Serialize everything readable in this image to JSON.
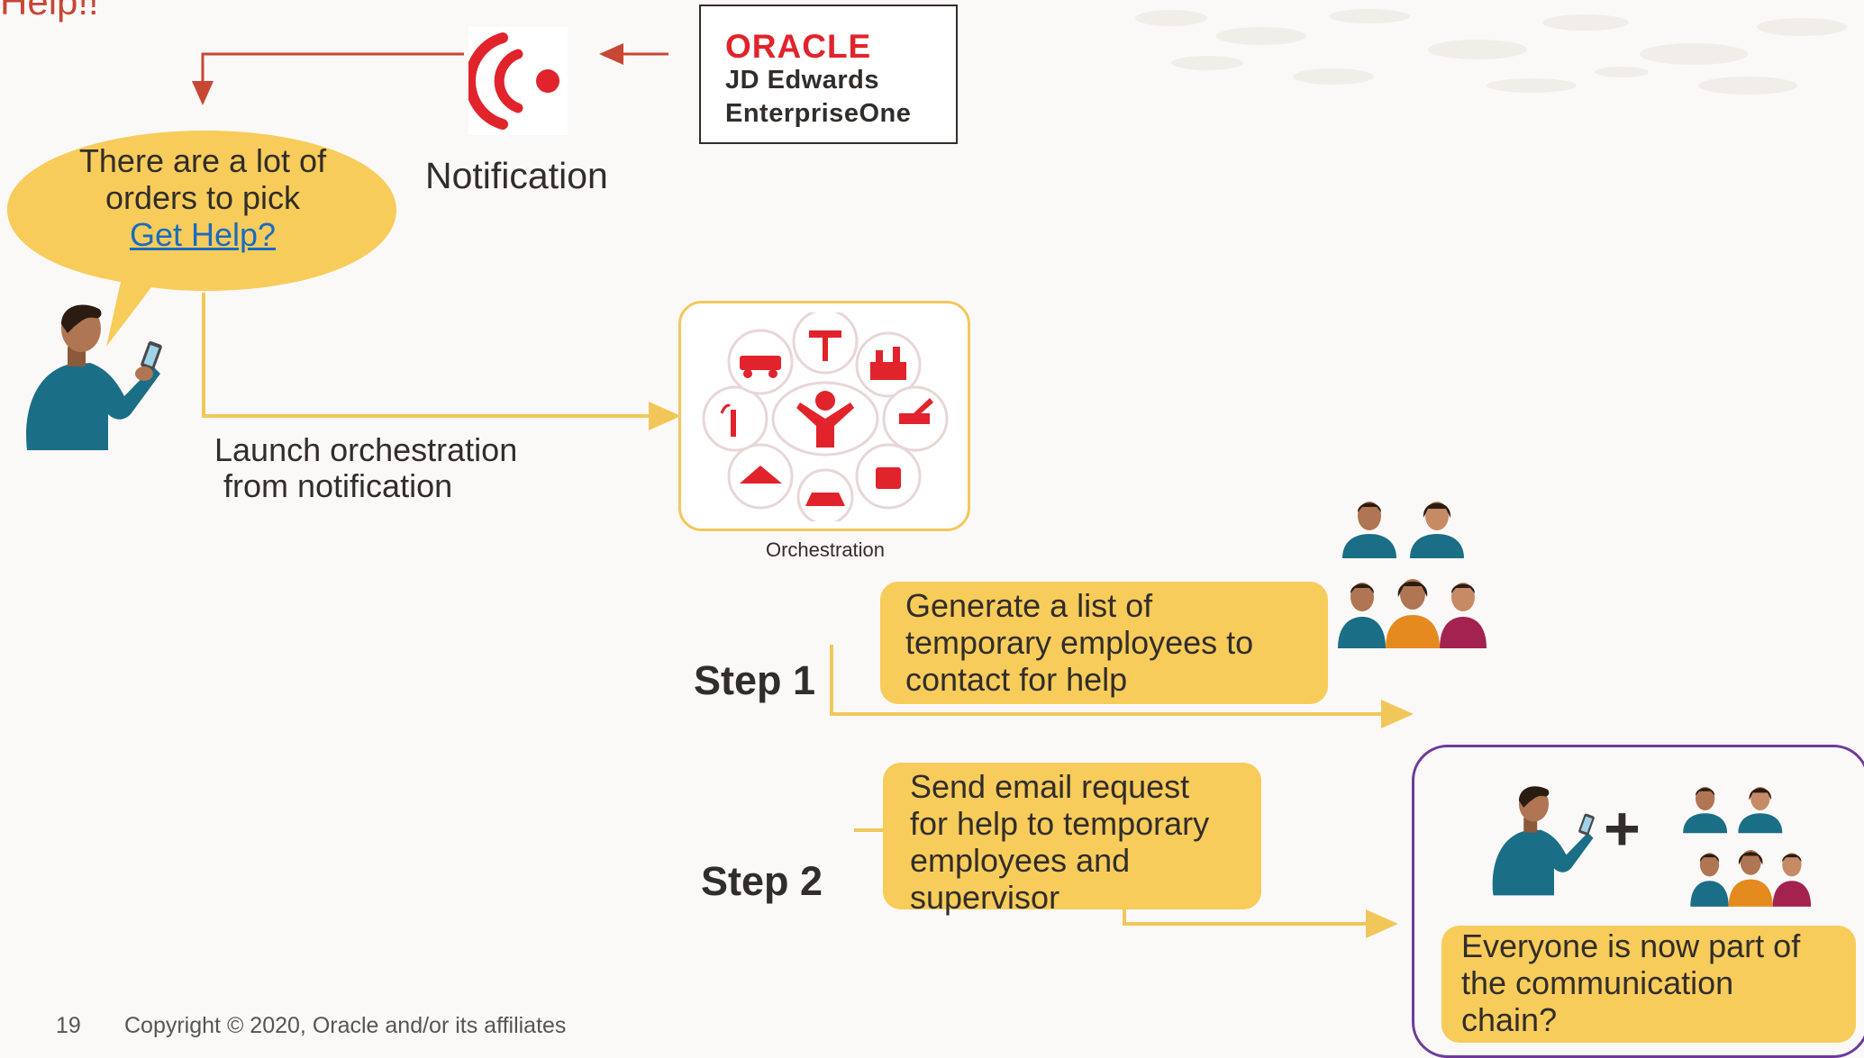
{
  "header": {
    "title": "Help!!"
  },
  "notification": {
    "label": "Notification",
    "icon": "wireless-signal-icon",
    "color": "#e1232b"
  },
  "oracle": {
    "logo_text": "ORACLE",
    "line1": "JD Edwards",
    "line2": "EnterpriseOne",
    "brand_color": "#e1232b"
  },
  "bubble": {
    "line1": "There are a lot of",
    "line2": "orders to pick",
    "link": "Get Help?",
    "color": "#f8cc5a"
  },
  "launch": {
    "label": "Launch orchestration\n from notification"
  },
  "orchestration": {
    "caption": "Orchestration",
    "icon": "orchestration-hub-icon"
  },
  "step1": {
    "label": "Step 1",
    "text": "Generate a list of temporary employees to contact for help"
  },
  "step2": {
    "label": "Step 2",
    "text": "Send email  request for help to temporary employees and supervisor"
  },
  "result": {
    "plus": "+",
    "text": "Everyone is now part of the communication chain?"
  },
  "footer": {
    "page": "19",
    "copyright": "Copyright © 2020, Oracle and/or its affiliates"
  },
  "colors": {
    "accent_red": "#c74634",
    "connector_yellow": "#f2c75a",
    "box_yellow": "#f8cc5a",
    "result_border": "#6e3b9b",
    "teal": "#1a6e86"
  }
}
